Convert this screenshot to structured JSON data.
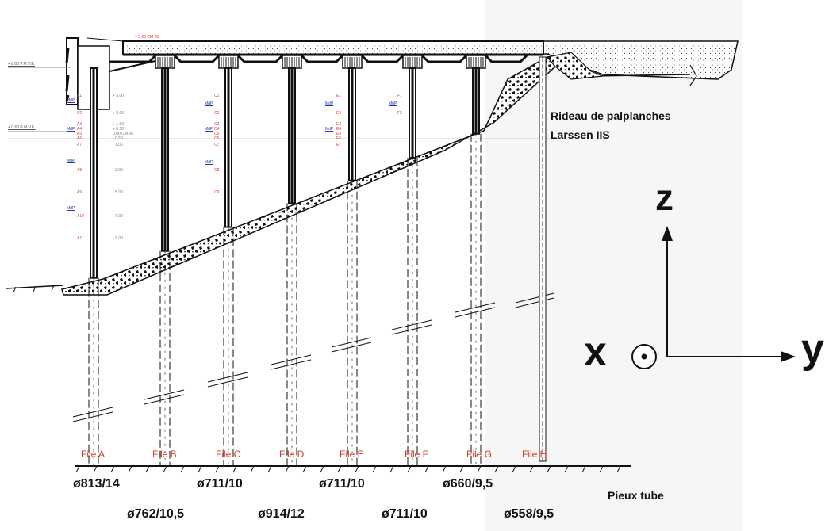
{
  "files": [
    "File A",
    "File B",
    "File C",
    "File D",
    "File E",
    "File F",
    "File G",
    "File H"
  ],
  "diameters_top": [
    "ø813/14",
    "ø711/10",
    "ø711/10",
    "ø660/9,5"
  ],
  "diameters_bottom": [
    "ø762/10,5",
    "ø914/12",
    "ø711/10",
    "ø558/9,5"
  ],
  "pieux_label": "Pieux tube",
  "rideau_line1": "Rideau de palplanches",
  "rideau_line2": "Larssen IIS",
  "axes": {
    "z": "z",
    "y": "y",
    "x": "x"
  },
  "elev_top": "+ 5.00 CM 95",
  "elev_pmve": "+ 8.00 P.M.V.E.",
  "elev_bmve": "+ 0.60 B.M.V.E.",
  "mdp_text": "MdP",
  "file_a_levels": [
    "A1",
    "A2",
    "A3",
    "A4",
    "A5",
    "A6",
    "A7",
    "A8",
    "A9",
    "A10",
    "A11"
  ],
  "file_c_levels": [
    "C1",
    "C2",
    "C3",
    "C4",
    "C5",
    "C6",
    "C7",
    "C8",
    "C9"
  ],
  "file_e_levels": [
    "E1",
    "E2",
    "E3",
    "E4",
    "E5",
    "E6",
    "E7"
  ],
  "file_f_levels": [
    "F1",
    "F2"
  ],
  "level_values": [
    "+ 3.00",
    "+ 2.00",
    "+ 1.00",
    "+ 0.50",
    "0.00 CM 95",
    "- 0.50",
    "- 1.00",
    "- 3.00",
    "- 5.00",
    "- 7.00",
    "- 9.00"
  ],
  "colors": {
    "label_red": "#d23a2a",
    "mdp_blue": "#2a3a9a",
    "ink": "#111111"
  }
}
